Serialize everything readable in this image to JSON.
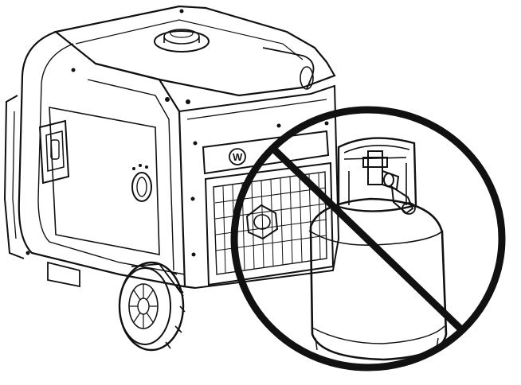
{
  "illustration": {
    "subject": "portable-inverter-generator",
    "warning": "prohibition-sign-over-propane-cylinder",
    "panel_label": "W",
    "panel_model_text": "",
    "colors": {
      "ink": "#111111",
      "background": "#ffffff"
    }
  }
}
